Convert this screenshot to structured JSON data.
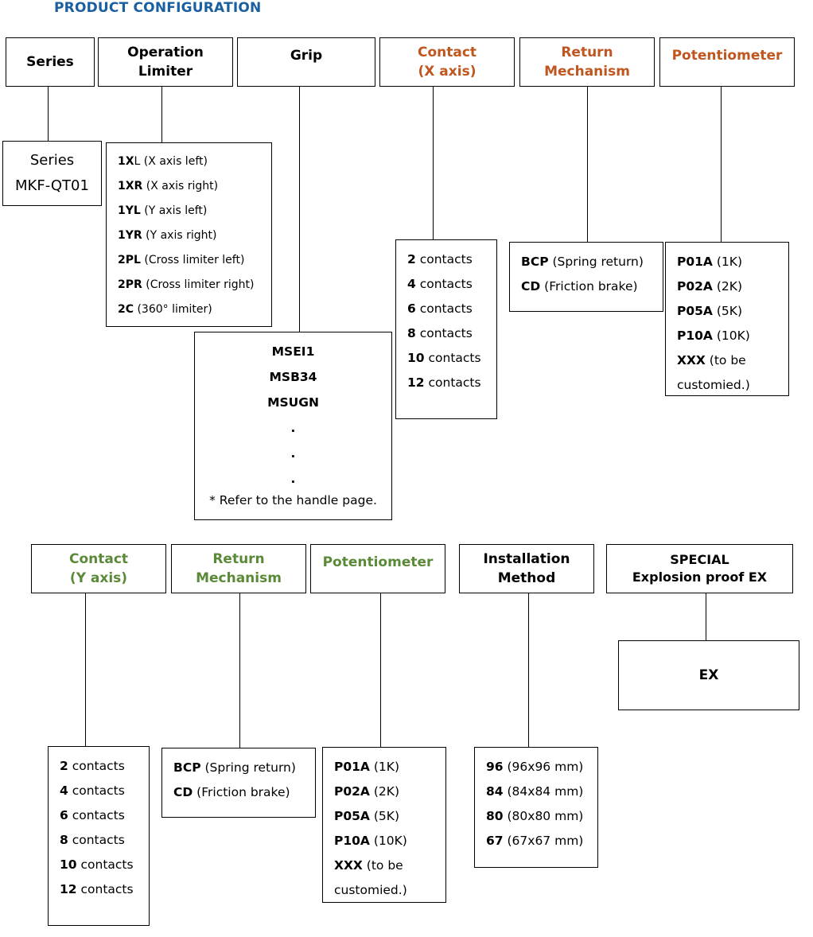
{
  "title": "PRODUCT CONFIGURATION",
  "colors": {
    "title": "#1a5fa0",
    "x_axis_accent": "#c0561f",
    "y_axis_accent": "#5a8a38"
  },
  "row1": {
    "series": {
      "header": "Series",
      "option": [
        "Series",
        "MKF-QT01"
      ]
    },
    "operation_limiter": {
      "header": [
        "Operation",
        "Limiter"
      ],
      "options": [
        {
          "code": "1X",
          "rest": "L",
          "desc": " (X axis left)"
        },
        {
          "code": "1XR",
          "rest": "",
          "desc": " (X axis right)"
        },
        {
          "code": "1YL",
          "rest": "",
          "desc": " (Y axis left)"
        },
        {
          "code": "1YR",
          "rest": "",
          "desc": " (Y axis right)"
        },
        {
          "code": "2PL",
          "rest": "",
          "desc": " (Cross limiter left)"
        },
        {
          "code": "2PR",
          "rest": "",
          "desc": " (Cross limiter right)"
        },
        {
          "code": "2C",
          "rest": "",
          "desc": " (360°  limiter)"
        }
      ]
    },
    "grip": {
      "header": "Grip",
      "options": [
        "MSEI1",
        "MSB34",
        "MSUGN"
      ],
      "dots": [
        ".",
        ".",
        "."
      ],
      "note": "* Refer to the handle page."
    },
    "contact_x": {
      "header": [
        "Contact",
        "(X axis)"
      ],
      "options": [
        {
          "code": "2",
          "desc": " contacts"
        },
        {
          "code": "4",
          "desc": " contacts"
        },
        {
          "code": "6",
          "desc": " contacts"
        },
        {
          "code": "8",
          "desc": " contacts"
        },
        {
          "code": "10",
          "desc": " contacts"
        },
        {
          "code": "12",
          "desc": " contacts"
        }
      ]
    },
    "return_x": {
      "header": [
        "Return",
        "Mechanism"
      ],
      "options": [
        {
          "code": "BCP",
          "desc": " (Spring return)"
        },
        {
          "code": "CD",
          "desc": " (Friction brake)"
        }
      ]
    },
    "potentiometer_x": {
      "header": "Potentiometer",
      "options": [
        {
          "code": "P01A",
          "desc": " (1K)"
        },
        {
          "code": "P02A",
          "desc": " (2K)"
        },
        {
          "code": "P05A",
          "desc": " (5K)"
        },
        {
          "code": "P10A",
          "desc": " (10K)"
        },
        {
          "code": "XXX",
          "desc": " (to be"
        }
      ],
      "wrap": "customied.)"
    }
  },
  "row2": {
    "contact_y": {
      "header": [
        "Contact",
        "(Y axis)"
      ],
      "options": [
        {
          "code": "2",
          "desc": " contacts"
        },
        {
          "code": "4",
          "desc": " contacts"
        },
        {
          "code": "6",
          "desc": " contacts"
        },
        {
          "code": "8",
          "desc": " contacts"
        },
        {
          "code": "10",
          "desc": " contacts"
        },
        {
          "code": "12",
          "desc": " contacts"
        }
      ]
    },
    "return_y": {
      "header": [
        "Return",
        "Mechanism"
      ],
      "options": [
        {
          "code": "BCP",
          "desc": " (Spring return)"
        },
        {
          "code": "CD",
          "desc": " (Friction brake)"
        }
      ]
    },
    "potentiometer_y": {
      "header": "Potentiometer",
      "options": [
        {
          "code": "P01A",
          "desc": " (1K)"
        },
        {
          "code": "P02A",
          "desc": " (2K)"
        },
        {
          "code": "P05A",
          "desc": " (5K)"
        },
        {
          "code": "P10A",
          "desc": " (10K)"
        },
        {
          "code": "XXX",
          "desc": " (to be"
        }
      ],
      "wrap": "customied.)"
    },
    "installation": {
      "header": [
        "Installation",
        "Method"
      ],
      "options": [
        {
          "code": "96",
          "desc": " (96x96 mm)"
        },
        {
          "code": "84",
          "desc": " (84x84 mm)"
        },
        {
          "code": "80",
          "desc": " (80x80 mm)"
        },
        {
          "code": "67",
          "desc": " (67x67 mm)"
        }
      ]
    },
    "special": {
      "header": [
        "SPECIAL",
        "Explosion proof EX"
      ],
      "option": "EX"
    }
  }
}
